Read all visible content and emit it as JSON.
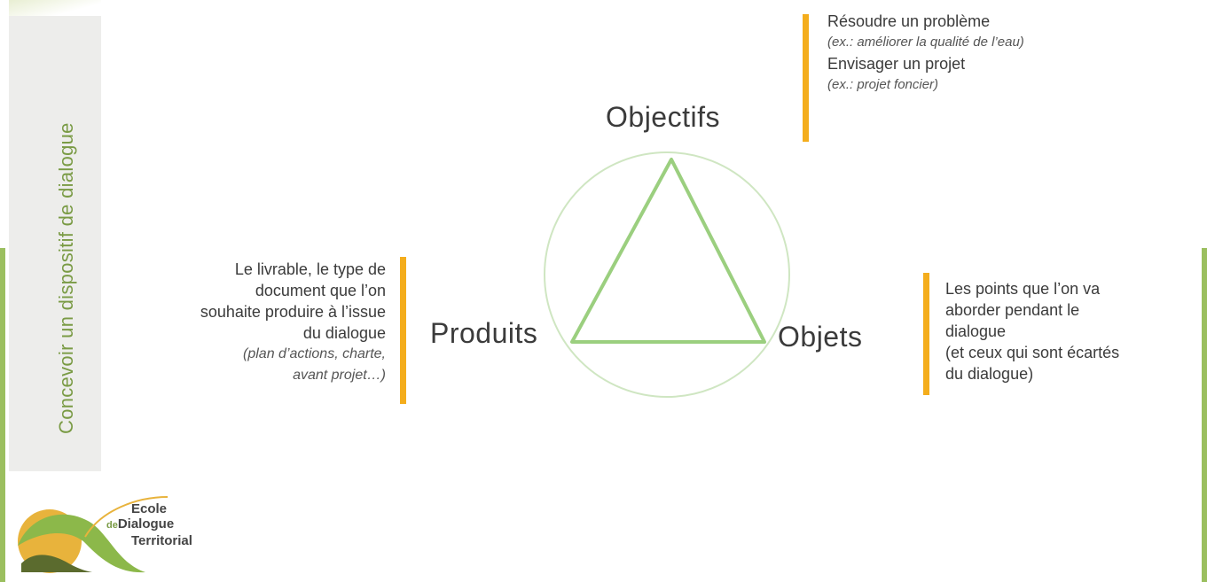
{
  "side_title": "Concevoir un dispositif de dialogue",
  "nodes": {
    "objectifs": "Objectifs",
    "produits": "Produits",
    "objets": "Objets"
  },
  "objectifs_desc": {
    "line1": "Résoudre un problème",
    "ex1": "(ex.: améliorer la qualité de l’eau)",
    "line2": "Envisager un projet",
    "ex2": "(ex.: projet foncier)"
  },
  "produits_desc": {
    "line1": "Le livrable, le type de",
    "line2": "document que l’on",
    "line3": "souhaite produire à l’issue",
    "line4": "du dialogue",
    "ex1": "(plan d’actions, charte,",
    "ex2": "avant projet…)"
  },
  "objets_desc": {
    "line1": "Les points que l’on va",
    "line2": "aborder pendant le",
    "line3": "dialogue",
    "line4": "(et ceux qui sont écartés",
    "line5": "du dialogue)"
  },
  "logo": {
    "line1": "Ecole",
    "prefix": "de",
    "line2": "Dialogue",
    "line3": "Territorial"
  },
  "colors": {
    "green": "#9bcf7f",
    "orange": "#f4ad1c",
    "side_text": "#7a9b45"
  }
}
